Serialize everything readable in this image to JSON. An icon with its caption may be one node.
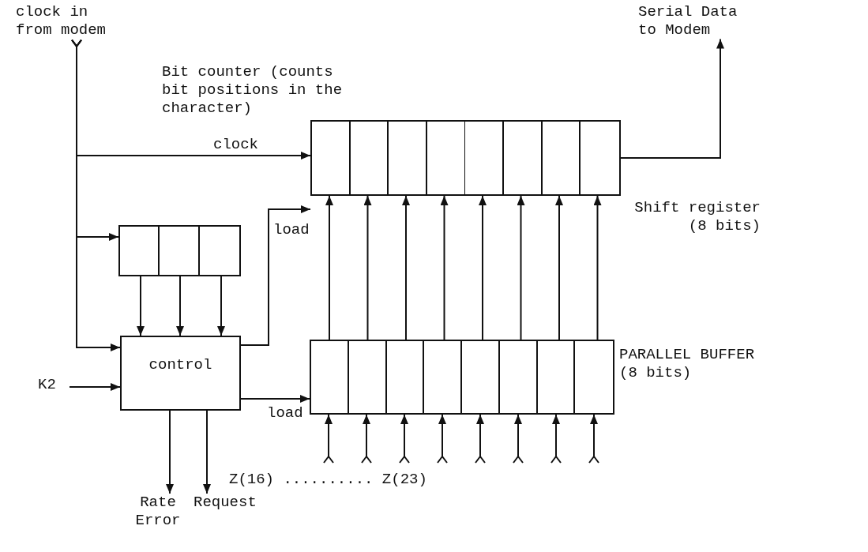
{
  "diagram": {
    "nodes": [
      {
        "text": [
          "clock in from modem"
        ]
      },
      {
        "text": [
          "Serial Data to Modem"
        ]
      },
      {
        "text": [
          "Shift register (8 bits)"
        ]
      },
      {
        "text": [],
        "shape": "box"
      },
      {
        "text": [
          "control"
        ]
      },
      {
        "text": [
          "K2"
        ]
      },
      {
        "text": [
          "PARALLEL BUFFER (8 bits)"
        ]
      },
      {
        "text": [
          "Rate Error"
        ]
      },
      {
        "text": [
          "Request"
        ]
      }
    ],
    "edges": [
      {
        "from": 0,
        "to": 2,
        "arrow": "to",
        "label": "clock"
      },
      {
        "from": 0,
        "to": 3,
        "arrow": "to"
      },
      {
        "from": 0,
        "to": 4,
        "arrow": "to"
      },
      {
        "from": 3,
        "to": 4,
        "arrow": "to"
      },
      {
        "from": 3,
        "to": 4,
        "arrow": "to"
      },
      {
        "from": 3,
        "to": 4,
        "arrow": "to"
      },
      {
        "from": 4,
        "to": 2,
        "arrow": "to",
        "label": "load"
      },
      {
        "from": 4,
        "to": 6,
        "arrow": "to",
        "label": "load"
      },
      {
        "from": 2,
        "to": 1,
        "arrow": "to"
      },
      {
        "from": 5,
        "to": 4,
        "arrow": "to"
      },
      {
        "from": 4,
        "to": 7,
        "arrow": "to"
      },
      {
        "from": 4,
        "to": 8,
        "arrow": "to"
      },
      {
        "from": 6,
        "to": 2,
        "arrow": "to"
      },
      {
        "from": 6,
        "to": 2,
        "arrow": "to"
      },
      {
        "from": 6,
        "to": 2,
        "arrow": "to"
      },
      {
        "from": 6,
        "to": 2,
        "arrow": "to"
      },
      {
        "from": 6,
        "to": 2,
        "arrow": "to"
      },
      {
        "from": 6,
        "to": 2,
        "arrow": "to"
      },
      {
        "from": 6,
        "to": 2,
        "arrow": "to"
      },
      {
        "from": 6,
        "to": 2,
        "arrow": "to"
      },
      {
        "from": null,
        "to": 6,
        "arrow": "to"
      },
      {
        "from": null,
        "to": 6,
        "arrow": "to"
      },
      {
        "from": null,
        "to": 6,
        "arrow": "to"
      },
      {
        "from": null,
        "to": 6,
        "arrow": "to"
      },
      {
        "from": null,
        "to": 6,
        "arrow": "to"
      },
      {
        "from": null,
        "to": 6,
        "arrow": "to"
      },
      {
        "from": null,
        "to": 6,
        "arrow": "to"
      },
      {
        "from": null,
        "to": 6,
        "arrow": "to"
      }
    ],
    "labels": [
      "Bit counter (counts bit positions in the character)",
      "Z(16) .......... Z(23)"
    ]
  }
}
